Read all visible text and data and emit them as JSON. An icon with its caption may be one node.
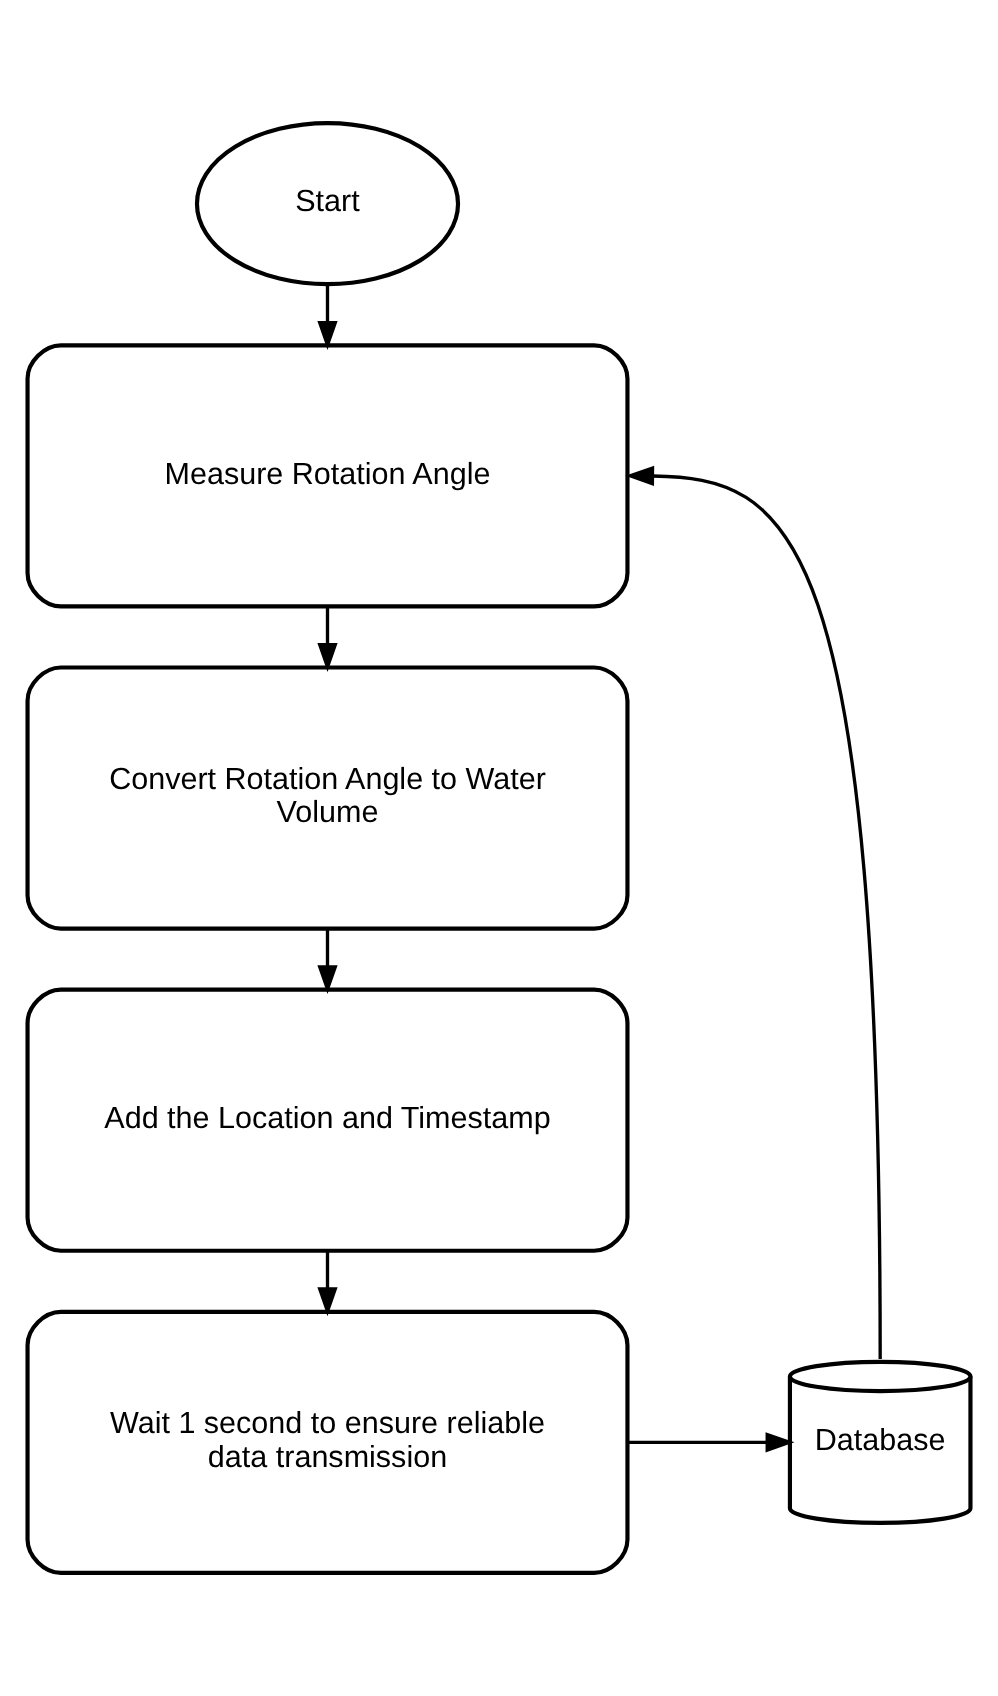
{
  "diagram": {
    "nodes": [
      {
        "text": [
          "Start"
        ]
      },
      {
        "text": [
          "Measure Rotation Angle"
        ]
      },
      {
        "text": [
          "Convert Rotation Angle to Water Volume"
        ]
      },
      {
        "text": [
          "Add the Location and Timestamp"
        ]
      },
      {
        "text": [
          "Wait 1 second to ensure reliable data transmission"
        ]
      },
      {
        "text": [
          "Database"
        ]
      }
    ],
    "edges": [
      {
        "from": 0,
        "to": 1,
        "arrow": "to"
      },
      {
        "from": 1,
        "to": 2,
        "arrow": "to"
      },
      {
        "from": 2,
        "to": 3,
        "arrow": "to"
      },
      {
        "from": 3,
        "to": 4,
        "arrow": "to"
      },
      {
        "from": 4,
        "to": 5,
        "arrow": "to"
      },
      {
        "from": 5,
        "to": 1,
        "arrow": "to"
      }
    ]
  }
}
